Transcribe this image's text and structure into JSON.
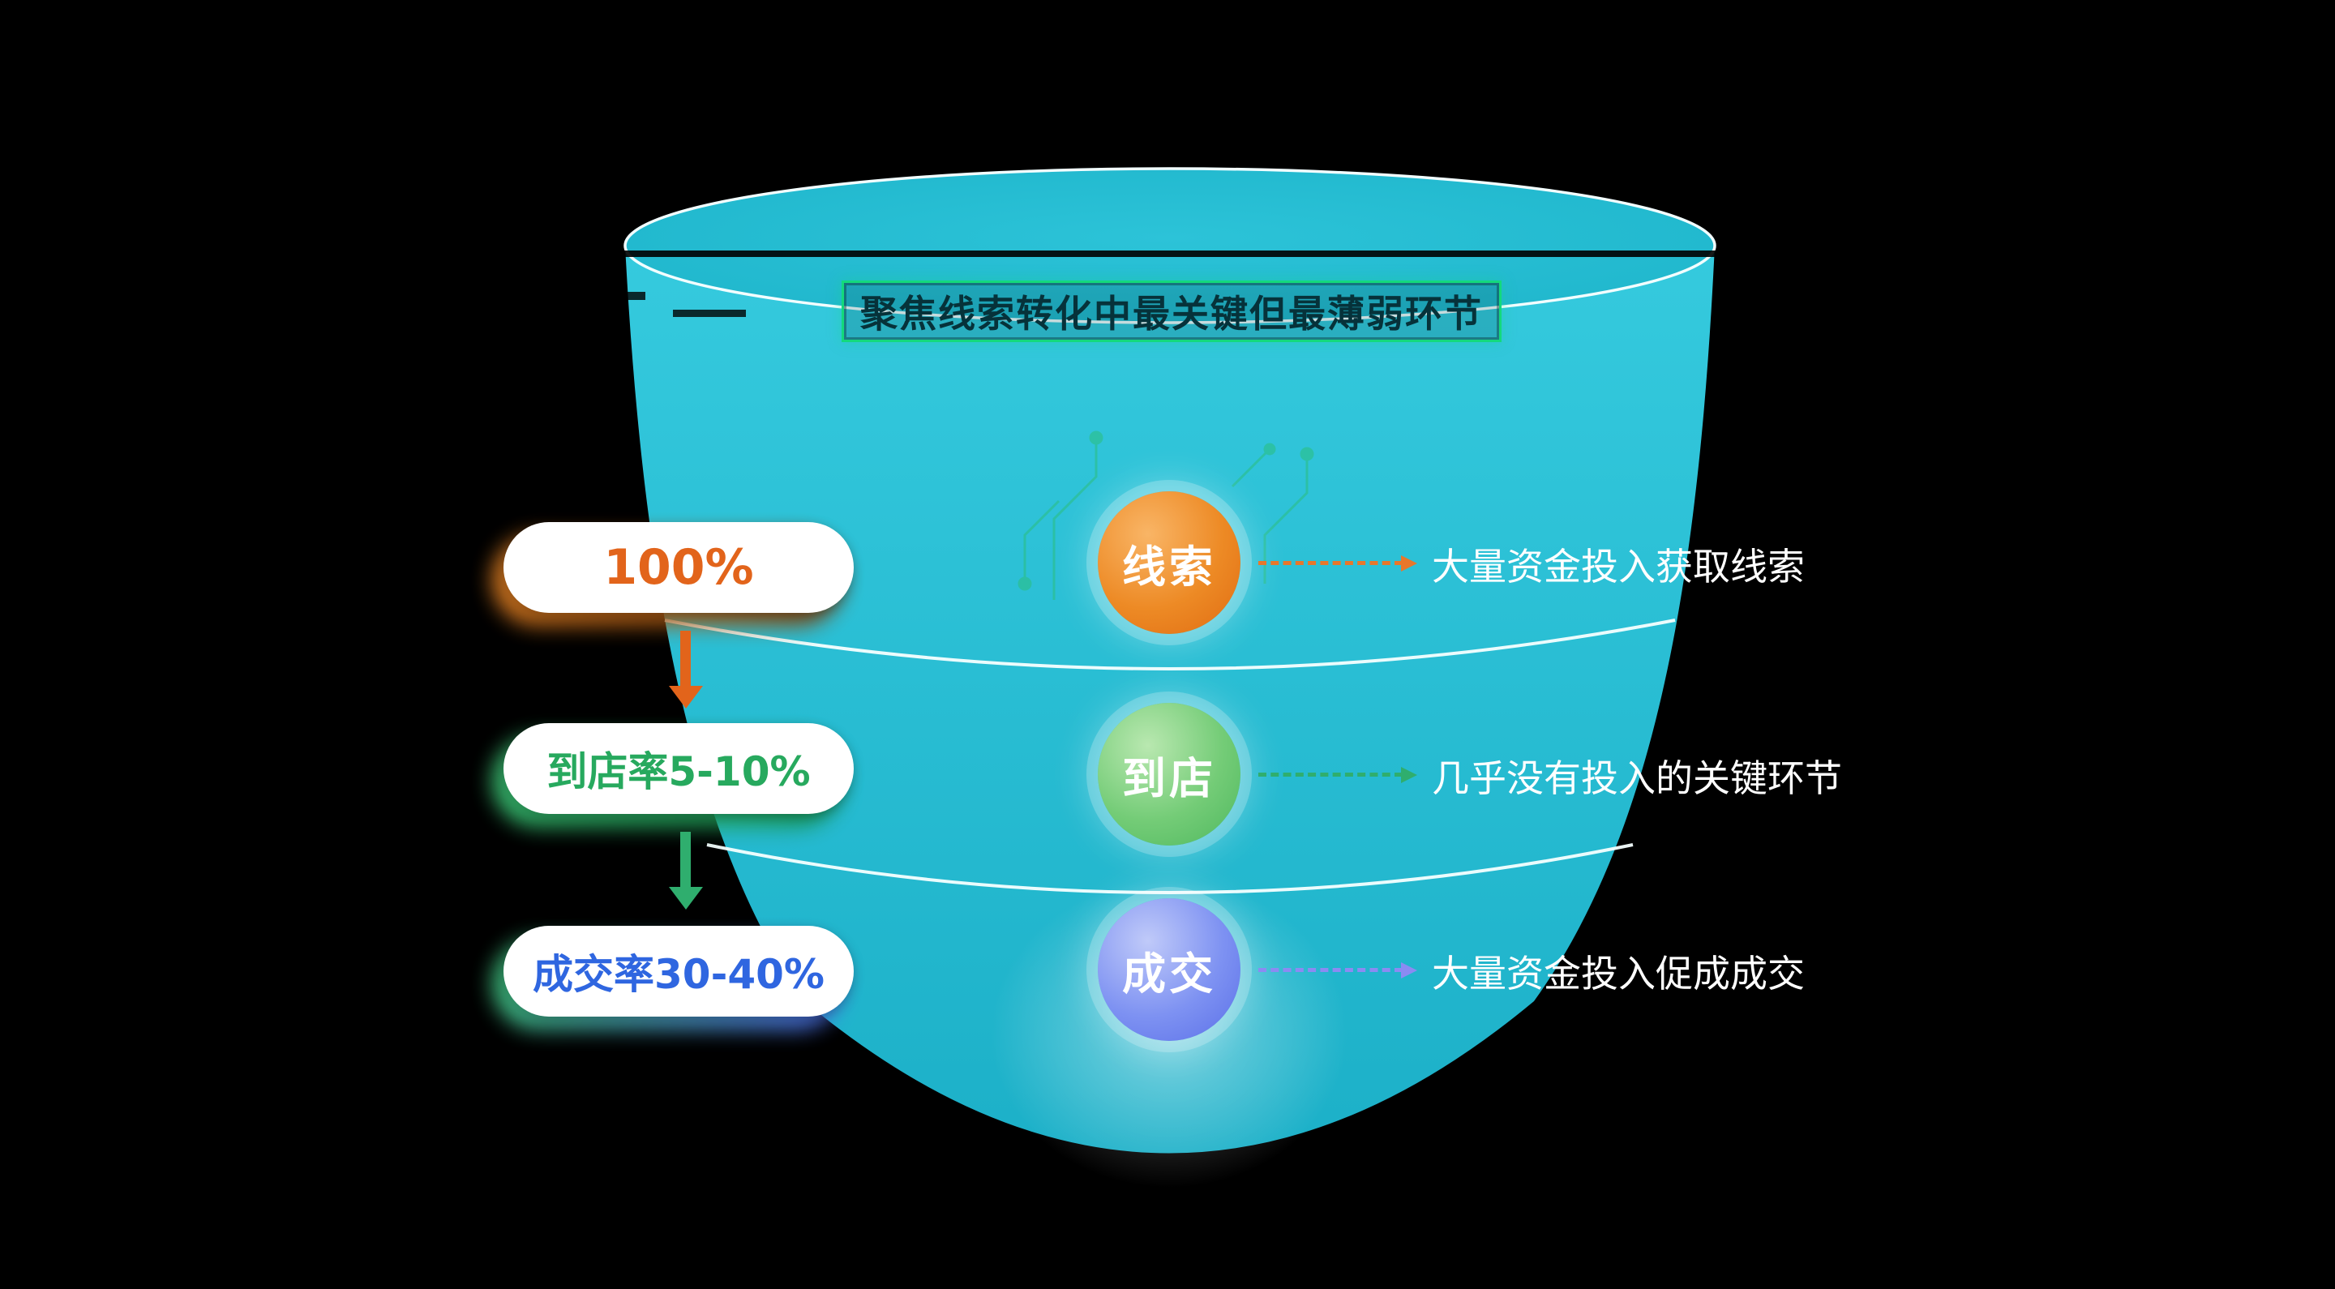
{
  "title_banner": {
    "text": "聚焦线索转化中最关键但最薄弱环节"
  },
  "funnel": {
    "fill_top": "#35cade",
    "fill_bottom": "#1cb0c8",
    "rim_color": "#f2feff",
    "banner_border_color": "#14d97c"
  },
  "stages": [
    {
      "circle_label": "线索",
      "pill_label": "100%",
      "annotation": "大量资金投入获取线索",
      "accent_color": "#e2641b"
    },
    {
      "circle_label": "到店",
      "pill_label": "到店率5-10%",
      "annotation": "几乎没有投入的关键环节",
      "accent_color": "#27a95e"
    },
    {
      "circle_label": "成交",
      "pill_label": "成交率30-40%",
      "annotation": "大量资金投入促成成交",
      "accent_color": "#2f66e0"
    }
  ]
}
